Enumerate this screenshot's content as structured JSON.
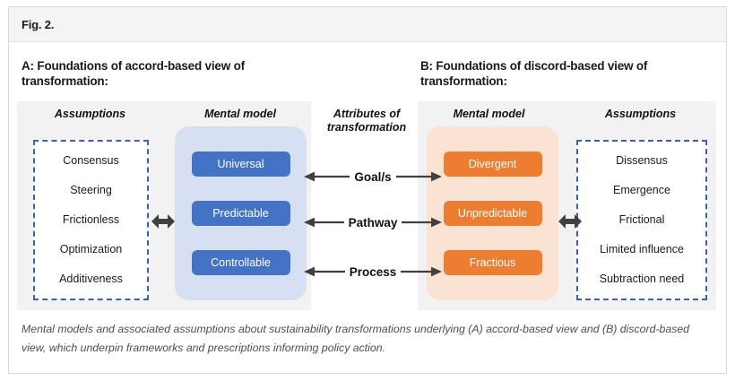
{
  "figure": {
    "label": "Fig. 2.",
    "caption": "Mental models and associated assumptions about sustainability transformations underlying (A) accord-based view and (B) discord-based view, which underpin frameworks and prescriptions informing policy action."
  },
  "panel_a": {
    "title": "A: Foundations of accord-based view of transformation:",
    "assumptions_header": "Assumptions",
    "mental_model_header": "Mental model",
    "assumptions": [
      "Consensus",
      "Steering",
      "Frictionless",
      "Optimization",
      "Additiveness"
    ],
    "mental_model": [
      "Universal",
      "Predictable",
      "Controllable"
    ],
    "box_color": "#4472c4",
    "container_color": "#d7e0f3"
  },
  "center": {
    "header": "Attributes of transformation",
    "attributes": [
      "Goal/s",
      "Pathway",
      "Process"
    ]
  },
  "panel_b": {
    "title": "B: Foundations of discord-based view of transformation:",
    "assumptions_header": "Assumptions",
    "mental_model_header": "Mental model",
    "assumptions": [
      "Dissensus",
      "Emergence",
      "Frictional",
      "Limited influence",
      "Subtraction need"
    ],
    "mental_model": [
      "Divergent",
      "Unpredictable",
      "Fractious"
    ],
    "box_color": "#ed7d31",
    "container_color": "#fbe3d3"
  },
  "styling": {
    "panel_background": "#f2f2f2",
    "dashed_border_color": "#3a62b0",
    "arrow_color": "#404040"
  }
}
